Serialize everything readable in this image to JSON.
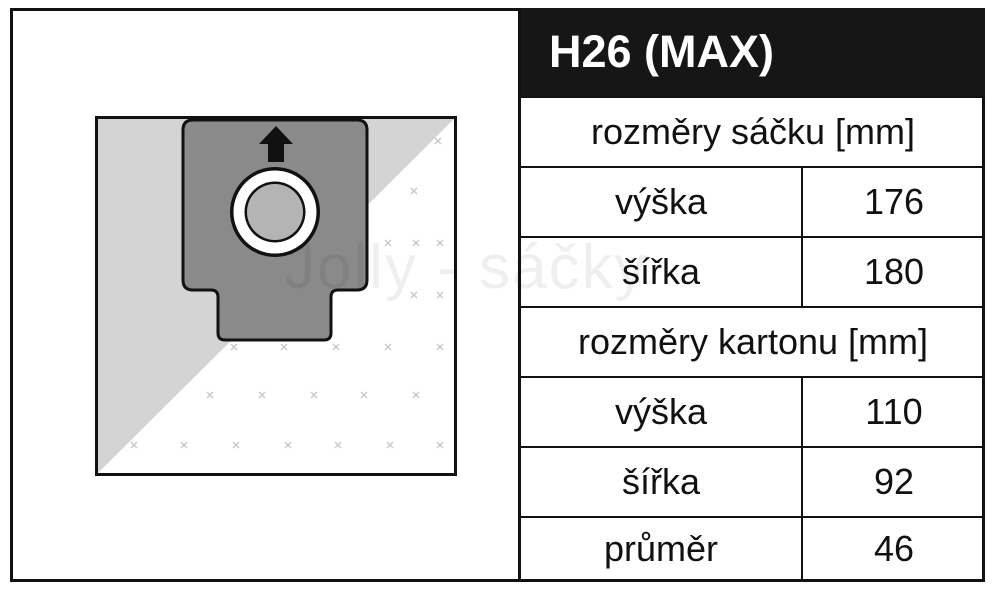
{
  "title": "H26 (MAX)",
  "watermark": "Jolly - sáčky",
  "bag_dimensions": {
    "heading": "rozměry sáčku [mm]",
    "rows": [
      {
        "label": "výška",
        "value": "176"
      },
      {
        "label": "šířka",
        "value": "180"
      }
    ]
  },
  "carton_dimensions": {
    "heading": "rozměry kartonu [mm]",
    "rows": [
      {
        "label": "výška",
        "value": "110"
      },
      {
        "label": "šířka",
        "value": "92"
      },
      {
        "label": "průměr",
        "value": "46"
      }
    ]
  },
  "colors": {
    "title_bar": "#161616",
    "bag_background": "#d4d4d4",
    "collar": "#8a8a8a",
    "border": "#111111"
  },
  "icons": [
    "vacuum-bag-icon",
    "arrow-up-icon"
  ]
}
